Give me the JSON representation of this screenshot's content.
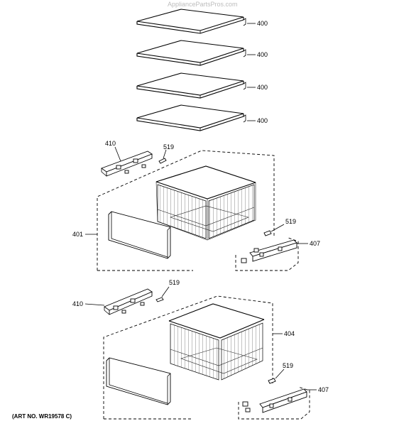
{
  "watermark": "AppliancePartsPros.com",
  "art_number": "(ART NO. WR19578 C)",
  "callouts": {
    "shelf_1": "400",
    "shelf_2": "400",
    "shelf_3": "400",
    "shelf_4": "400",
    "upper_slide_left": "410",
    "upper_screw_left": "519",
    "upper_drawer": "401",
    "upper_screw_right": "519",
    "upper_slide_right": "407",
    "lower_slide_left": "410",
    "lower_screw_left": "519",
    "lower_drawer": "404",
    "lower_screw_right": "519",
    "lower_slide_right": "407"
  }
}
